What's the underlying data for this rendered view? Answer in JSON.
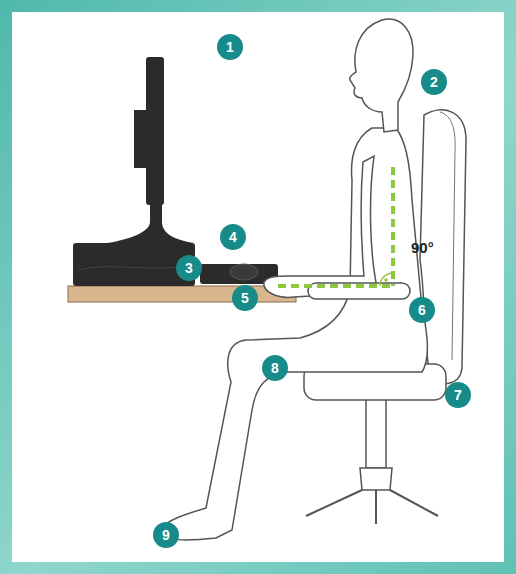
{
  "diagram": {
    "nodes": [
      {
        "text": [
          "1"
        ]
      },
      {
        "text": [
          "2"
        ]
      },
      {
        "text": [
          "4"
        ]
      },
      {
        "text": [
          "3"
        ]
      },
      {
        "text": [
          "5"
        ]
      },
      {
        "text": [
          "6"
        ]
      },
      {
        "text": [
          "8"
        ]
      },
      {
        "text": [
          "7"
        ]
      },
      {
        "text": [
          "9"
        ]
      }
    ],
    "labels": [
      "90°"
    ]
  }
}
